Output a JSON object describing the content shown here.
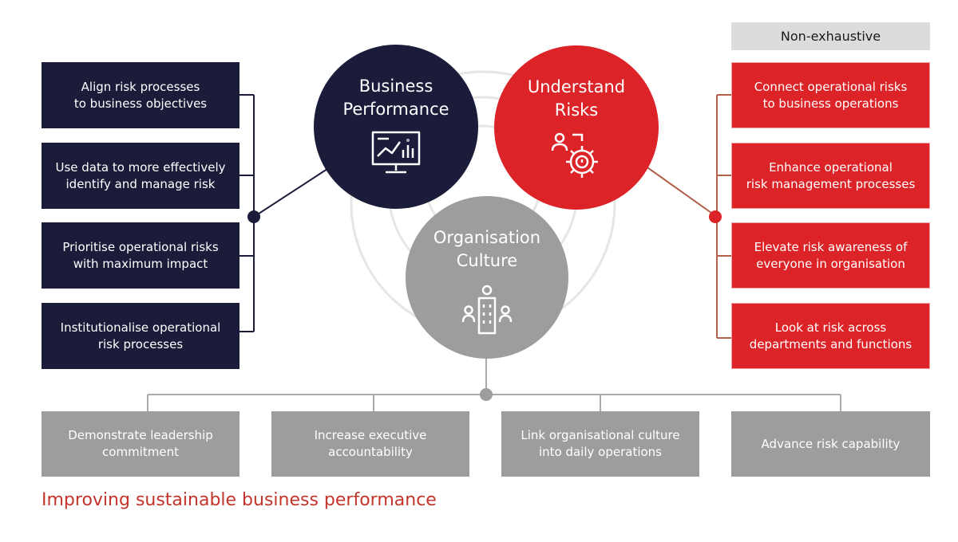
{
  "tag": "Non-exhaustive",
  "circles": {
    "performance": {
      "title": "Business\nPerformance",
      "icon": "monitor-chart-icon"
    },
    "risks": {
      "title": "Understand\nRisks",
      "icon": "people-gear-icon"
    },
    "culture": {
      "title": "Organisation\nCulture",
      "icon": "building-people-icon"
    }
  },
  "left_items": [
    "Align risk processes\nto business objectives",
    "Use data to more effectively\nidentify and manage risk",
    "Prioritise operational risks\nwith maximum impact",
    "Institutionalise operational\nrisk processes"
  ],
  "right_items": [
    "Connect operational risks\nto business operations",
    "Enhance operational\nrisk management processes",
    "Elevate risk awareness of\neveryone in organisation",
    "Look at risk across\ndepartments and functions"
  ],
  "bottom_items": [
    "Demonstrate leadership\ncommitment",
    "Increase executive\naccountability",
    "Link organisational culture\ninto daily operations",
    "Advance risk capability"
  ],
  "footer": "Improving sustainable business performance",
  "colors": {
    "navy": "#1b1c3a",
    "red": "#dc2428",
    "grey": "#9c9d9f",
    "footer_red": "#c4342b"
  }
}
